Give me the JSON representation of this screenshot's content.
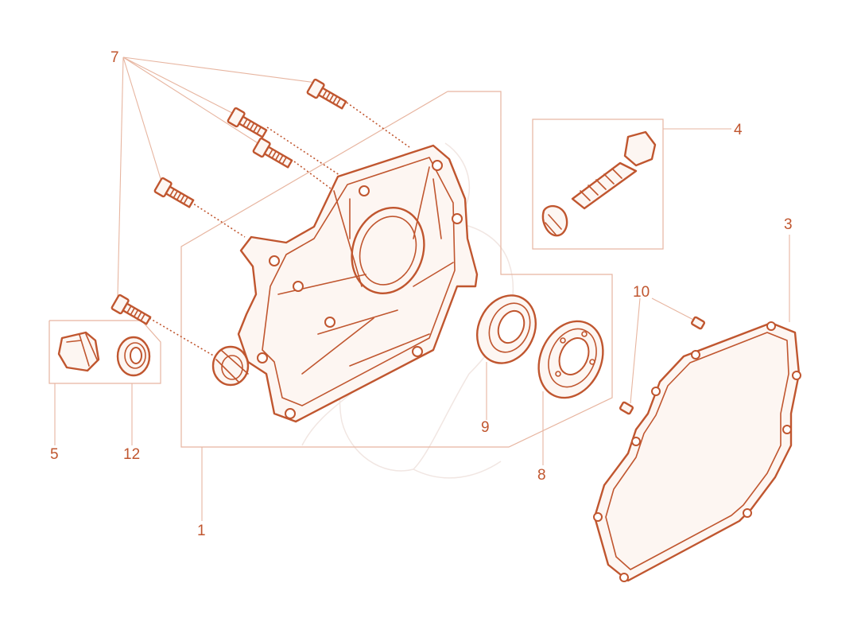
{
  "colors": {
    "line": "#c0562f",
    "leader": "#e7b5a0",
    "watermark": "#f1e6e2"
  },
  "callouts": {
    "c1": "1",
    "c3": "3",
    "c4": "4",
    "c5": "5",
    "c7": "7",
    "c8": "8",
    "c9": "9",
    "c10": "10",
    "c12": "12"
  }
}
